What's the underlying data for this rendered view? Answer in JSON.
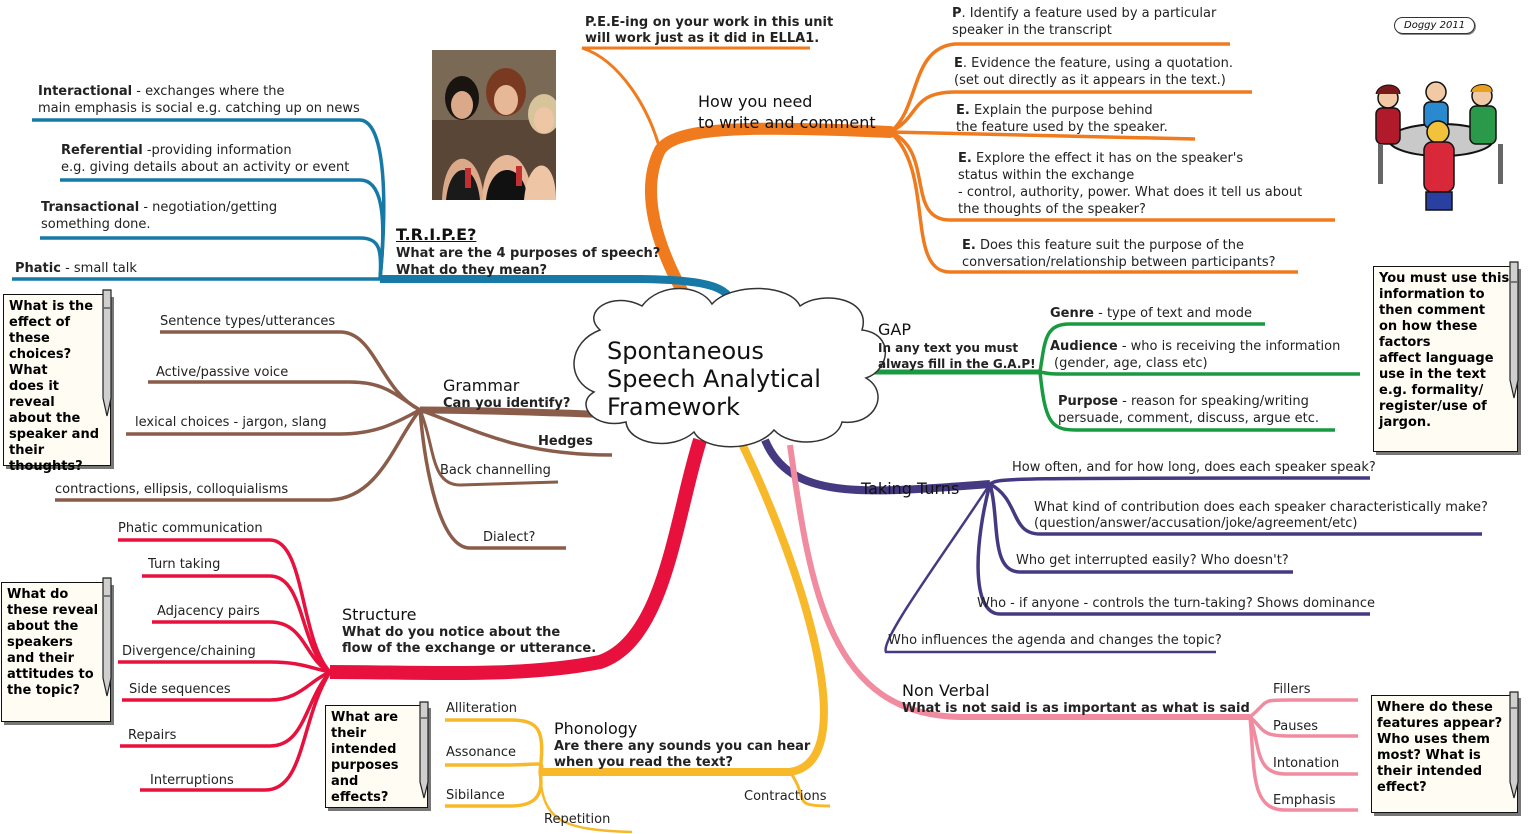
{
  "credit": "Doggy 2011",
  "center": "Spontaneous\nSpeech Analytical\nFramework",
  "colors": {
    "orange": "#f07b1e",
    "blue": "#1679a6",
    "brown": "#8a5c4a",
    "red": "#e8103c",
    "yellow": "#f7b929",
    "green": "#1a9a40",
    "navy": "#453a82",
    "pink": "#f08ba0"
  },
  "tripe": {
    "title": "T.R.I.P.E?",
    "sub1": "What are the 4 purposes of speech?",
    "sub2": "What do they mean?",
    "items": [
      {
        "term": "Interactional",
        "rest": " - exchanges where the",
        "line2": "main emphasis is social e.g. catching up on news"
      },
      {
        "term": "Referential",
        "rest": " -providing information",
        "line2": " e.g. giving details about an activity or event"
      },
      {
        "term": "Transactional",
        "rest": " - negotiation/getting",
        "line2": "something done."
      },
      {
        "term": "Phatic",
        "rest": " -  small talk",
        "line2": ""
      }
    ]
  },
  "pee": {
    "line1": "P.E.E-ing on your work in this unit",
    "line2": " will work just as it did in ELLA1."
  },
  "write": {
    "title1": "How you need",
    "title2": " to write and comment",
    "items": [
      {
        "lead": "P",
        "l1": ". Identify a feature used by a particular",
        "l2": " speaker in the transcript"
      },
      {
        "lead": "E",
        "l1": ". Evidence the feature, using a quotation.",
        "l2": "(set out directly as it appears in the text.)"
      },
      {
        "lead": "E.",
        "l1": " Explain the purpose behind",
        "l2": " the feature used by the speaker."
      },
      {
        "lead": "E.",
        "l1": " Explore the effect it has on the speaker's",
        "l2": " status within the exchange",
        "l3": " - control, authority, power.  What does it tell us about",
        "l4": "the thoughts of the speaker?"
      },
      {
        "lead": "E.",
        "l1": " Does this feature suit the purpose of the",
        "l2": "conversation/relationship between participants?"
      }
    ]
  },
  "gap": {
    "title": "GAP",
    "sub1": "In any text you must",
    "sub2": " always fill in the G.A.P!",
    "items": [
      {
        "term": "Genre",
        "rest": " - type of text and mode",
        "l2": ""
      },
      {
        "term": "Audience",
        "rest": " - who is receiving the information",
        "l2": "(gender, age, class etc)"
      },
      {
        "term": "Purpose",
        "rest": " - reason for speaking/writing",
        "l2": "persuade, comment, discuss, argue etc."
      }
    ]
  },
  "grammar": {
    "title": "Grammar",
    "sub": "Can you identify?",
    "items": [
      "Sentence types/utterances",
      "Active/passive voice",
      "lexical choices - jargon, slang",
      "contractions, ellipsis, colloquialisms",
      "Hedges",
      "Back channelling",
      "Dialect?"
    ]
  },
  "turns": {
    "title": "Taking Turns",
    "items": [
      "How often, and for how long, does each speaker speak?",
      "What kind of contribution does each speaker characteristically make?",
      " (question/answer/accusation/joke/agreement/etc)",
      "Who get interrupted easily?  Who doesn't?",
      "Who - if anyone - controls the turn-taking? Shows dominance",
      "Who influences the agenda and changes the topic?"
    ]
  },
  "structure": {
    "title": "Structure",
    "sub1": "What do you notice about the",
    "sub2": " flow of the exchange or utterance.",
    "items": [
      "Phatic communication",
      "Turn taking",
      "Adjacency pairs",
      "Divergence/chaining",
      "Side sequences",
      "Repairs",
      "Interruptions"
    ]
  },
  "phonology": {
    "title": "Phonology",
    "sub1": "Are there any sounds you can hear",
    "sub2": " when you read the text?",
    "items": [
      "Alliteration",
      "Assonance",
      "Sibilance",
      "Repetition",
      "Contractions"
    ]
  },
  "nonverbal": {
    "title": "Non Verbal",
    "sub": "What is not said is as important as what is said",
    "items": [
      "Fillers",
      "Pauses",
      "Intonation",
      "Emphasis"
    ]
  },
  "notes": {
    "grammar_note": "What is the\neffect of\nthese\nchoices? What\ndoes it reveal\nabout the\nspeaker and\ntheir\nthoughts?",
    "structure_note": "What do\nthese reveal\nabout the\nspeakers\nand their\nattitudes to\nthe topic?",
    "phonology_note": "What are\ntheir\nintended\npurposes\nand\neffects?",
    "gap_note": "You must use this\ninformation to\nthen comment\non how these\nfactors\n affect language\nuse in the text\ne.g. formality/\nregister/use of\njargon.",
    "nonverbal_note": "Where do these\nfeatures appear?\nWho uses them\nmost?  What is\ntheir intended\neffect?"
  }
}
